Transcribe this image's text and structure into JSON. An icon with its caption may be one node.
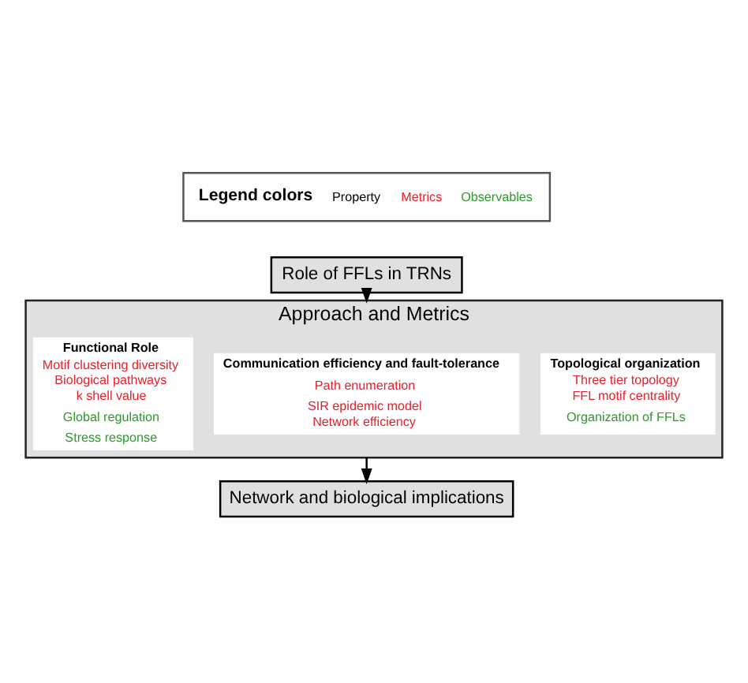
{
  "diagram": {
    "nodes": [
      {
        "text": [
          "Role of FFLs in TRNs"
        ]
      },
      {
        "text": [
          "Approach and Metrics"
        ]
      },
      {
        "text": [
          "Topological organization",
          "Three tier topology",
          "FFL motif centrality",
          "Organization of FFLs"
        ],
        "in": 1
      },
      {
        "text": [
          "Communication efficiency and fault-tolerance",
          "Path enumeration",
          "SIR epidemic model",
          "Network efficiency"
        ],
        "in": 1
      },
      {
        "text": [
          "Functional Role",
          "Motif clustering diversity",
          "Biological pathways",
          "k shell value",
          "Global regulation",
          "Stress response"
        ],
        "in": 1
      },
      {
        "text": [
          "Network and biological implications"
        ]
      }
    ],
    "edges": [
      {
        "from": 0,
        "to": 1,
        "arrow": "to"
      },
      {
        "from": 1,
        "to": 5,
        "arrow": "to"
      }
    ],
    "labels": [
      "Legend colors"
    ],
    "legend": [
      {
        "text": "Property",
        "color": "#000000"
      },
      {
        "text": "Metrics",
        "color": "#e8202a"
      },
      {
        "text": "Observables",
        "color": "#2e9a2e"
      }
    ]
  }
}
